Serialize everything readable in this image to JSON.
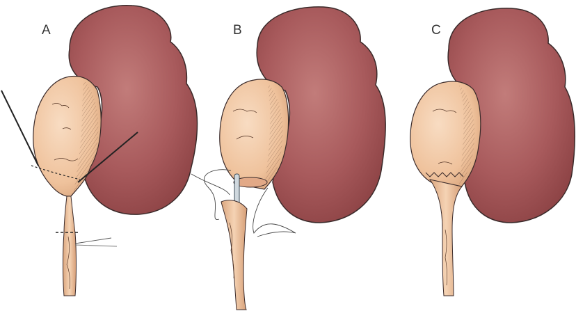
{
  "figure": {
    "description": "Three-stage illustration of a dismembered pyeloplasty on a kidney with dilated renal pelvis",
    "colors": {
      "kidney": "#a85a5c",
      "kidney_highlight": "#c07a78",
      "pelvis": "#f2c9a6",
      "ureter": "#efc5a0",
      "outline": "#3a2a2a",
      "background": "#ffffff"
    },
    "panels": [
      {
        "id": "A",
        "label": "A",
        "stage": "stay sutures placed, line of transection marked on ureter"
      },
      {
        "id": "B",
        "label": "B",
        "stage": "pelvis transected, ureter spatulated, stent in place, anastomotic sutures"
      },
      {
        "id": "C",
        "label": "C",
        "stage": "completed anastomosis"
      }
    ]
  }
}
